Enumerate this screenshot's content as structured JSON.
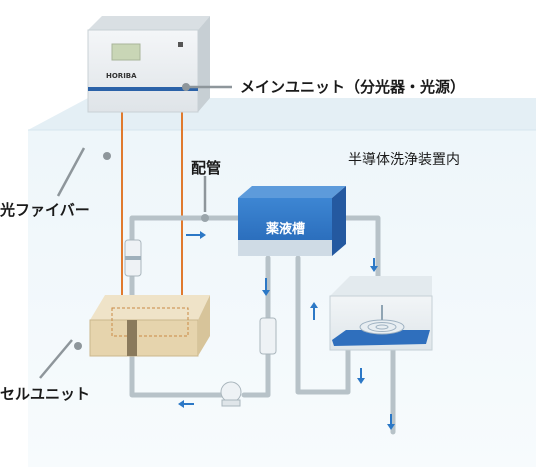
{
  "main_unit": {
    "label": "メインユニット（分光器・光源）",
    "brand": "HORIBA"
  },
  "enclosure_label": "半導体洗浄装置内",
  "piping_label": "配管",
  "fiber_label": "光ファイバー",
  "chemical_tank_label": "薬液槽",
  "cell_unit_label": "セルユニット",
  "colors": {
    "enclosure_fill": "#e9f3f8",
    "pipe": "#b7c2c8",
    "fiber": "#e07a2e",
    "tank_blue": "#2d73c2",
    "flow_arrow": "#2c78c6",
    "cell_unit": "#e7d6b3"
  }
}
